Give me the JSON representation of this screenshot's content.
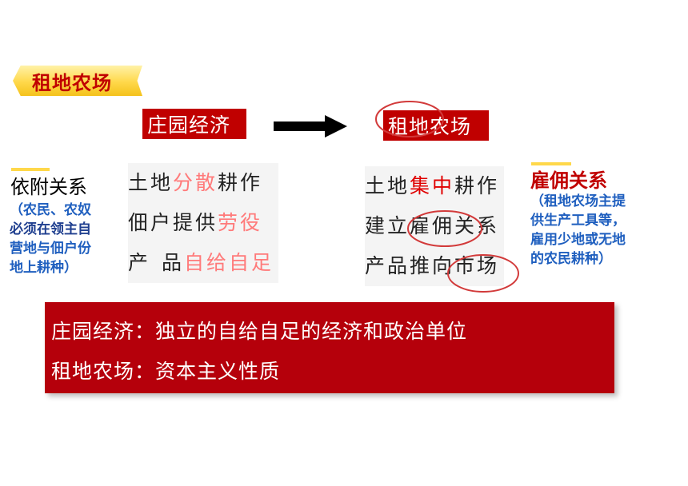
{
  "heading": "租地农场",
  "manor_box": "庄园经济",
  "rent_box": "租地农场",
  "left_side": {
    "title": "依附关系",
    "desc_open": "（农民、农奴",
    "desc_line2": "必须在领主自",
    "desc_line3": "营地与佃户份",
    "desc_line4": "地上耕种）"
  },
  "right_side": {
    "title": "雇佣关系",
    "desc_line1": "（租地农场主提",
    "desc_line2": "供生产工具等，",
    "desc_line3": "雇用少地或无地",
    "desc_line4": "的农民耕种）"
  },
  "manor_features": [
    {
      "prefix": "土地",
      "highlight": "分散",
      "suffix": "耕作"
    },
    {
      "prefix": "佃户提供",
      "highlight": "劳役",
      "suffix": ""
    },
    {
      "prefix": "产",
      "prefix2": "品",
      "highlight": "自给自足",
      "suffix": ""
    }
  ],
  "rent_features": [
    {
      "prefix": "土地",
      "highlight": "集中",
      "suffix": "耕作"
    },
    {
      "text": "建立雇佣关系"
    },
    {
      "text": "产品推向市场"
    }
  ],
  "summary": {
    "line1": "庄园经济：独立的自给自足的经济和政治单位",
    "line2": "租地农场：资本主义性质"
  },
  "colors": {
    "brand_red": "#c00000",
    "highlight_pink": "#ff7a7a",
    "desc_blue": "#1f5fbf",
    "tag_yellow": "#ffd84a"
  }
}
